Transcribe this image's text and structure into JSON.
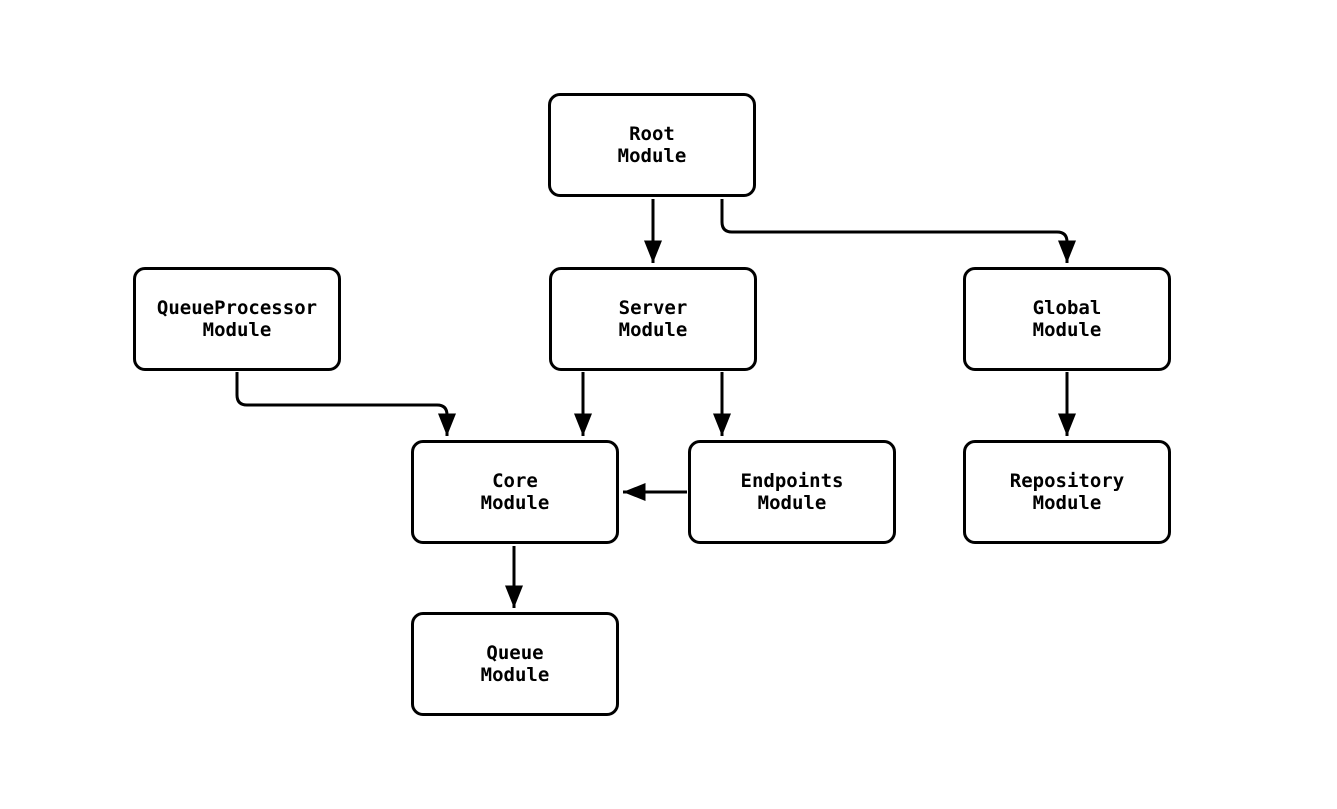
{
  "diagram": {
    "type": "flowchart",
    "direction": "top-down",
    "colors": {
      "background": "#ffffff",
      "node_fill": "#ffffff",
      "stroke": "#000000",
      "text": "#000000"
    },
    "nodes": [
      {
        "id": "root",
        "label": "Root\nModule"
      },
      {
        "id": "queueprocessor",
        "label": "QueueProcessor\nModule"
      },
      {
        "id": "server",
        "label": "Server\nModule"
      },
      {
        "id": "global",
        "label": "Global\nModule"
      },
      {
        "id": "core",
        "label": "Core\nModule"
      },
      {
        "id": "endpoints",
        "label": "Endpoints\nModule"
      },
      {
        "id": "repository",
        "label": "Repository\nModule"
      },
      {
        "id": "queue",
        "label": "Queue\nModule"
      }
    ],
    "edges": [
      {
        "from": "root",
        "to": "server"
      },
      {
        "from": "root",
        "to": "global"
      },
      {
        "from": "queueprocessor",
        "to": "core"
      },
      {
        "from": "server",
        "to": "core"
      },
      {
        "from": "server",
        "to": "endpoints"
      },
      {
        "from": "endpoints",
        "to": "core"
      },
      {
        "from": "global",
        "to": "repository"
      },
      {
        "from": "core",
        "to": "queue"
      }
    ]
  }
}
